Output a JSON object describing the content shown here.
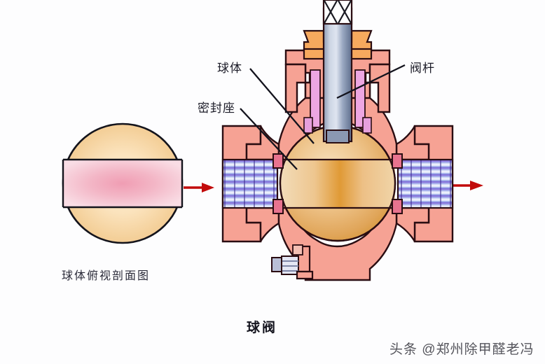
{
  "figure": {
    "title": "球阀",
    "left_caption": "球体俯视剖面图"
  },
  "labels": {
    "ball": "球体",
    "seat": "密封座",
    "stem": "阀杆"
  },
  "watermark": {
    "text": "头条 @郑州除甲醛老冯"
  },
  "colors": {
    "body_fill": "#f6a294",
    "body_fill_light": "#f8b3a6",
    "outline": "#2a0d12",
    "gland_orange": "#f6a95e",
    "packing_magenta": "#e8a4dd",
    "packing_pink": "#f3c6e8",
    "stem_steel_light": "#cfd6e6",
    "stem_steel_dark": "#6a7a96",
    "ball_tan_light": "#f7e0bd",
    "ball_tan_mid": "#e8b06a",
    "ball_tan_dark": "#d4942f",
    "flow_purple": "#9a7be0",
    "flow_blue": "#6f8fe0",
    "flow_white": "#f2f4fd",
    "arrow_red": "#c80d0d",
    "seat_rose": "#e8738f",
    "leader_line": "#12121c",
    "circle_orange_center": "#fbe2bb",
    "circle_orange_edge": "#f0c98e",
    "band_pink": "#f4bcc9",
    "bore_purple": "#7b2fd0"
  },
  "flow": {
    "inlet_arrow": "left-to-right",
    "outlet_arrow": "left-to-right"
  },
  "icons": {
    "inlet": "arrow-right-icon",
    "outlet": "arrow-right-icon",
    "stem_break": "crosshatch-break-icon"
  }
}
